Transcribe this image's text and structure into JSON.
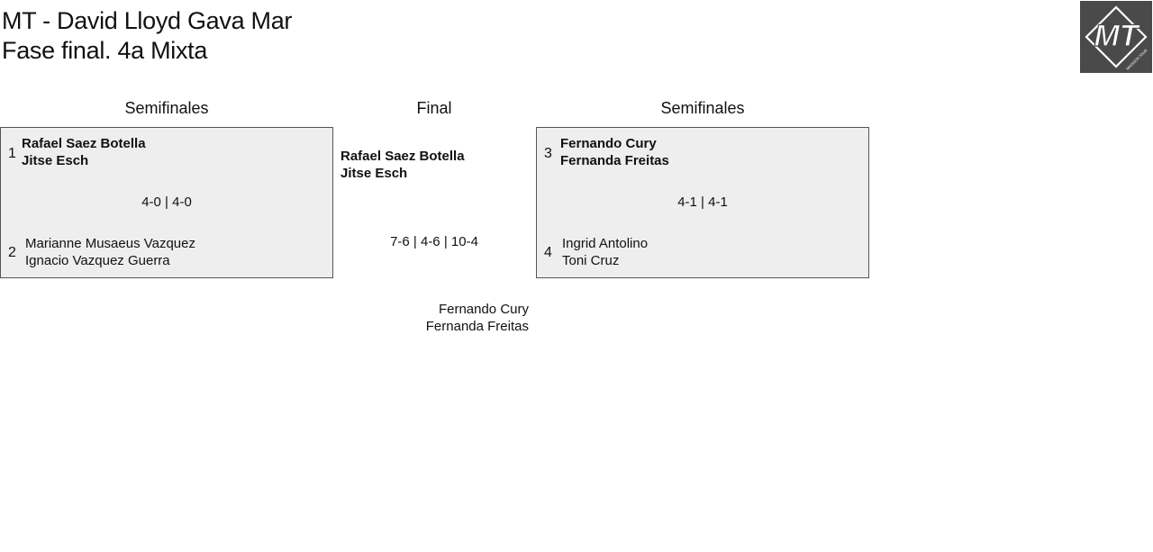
{
  "header": {
    "title_line1": "MT - David Lloyd Gava Mar",
    "title_line2": "Fase final. 4a Mixta"
  },
  "logo": {
    "text": "MT",
    "tagline": "MADISON TOUR",
    "background": "#4a4a4a"
  },
  "columns": {
    "left_heading": "Semifinales",
    "center_heading": "Final",
    "right_heading": "Semifinales"
  },
  "semifinal_left": {
    "top": {
      "seed": "1",
      "player1": "Rafael Saez Botella",
      "player2": "Jitse Esch",
      "winner": true
    },
    "score": "4-0 | 4-0",
    "bottom": {
      "seed": "2",
      "player1": "Marianne Musaeus Vazquez",
      "player2": "Ignacio Vazquez Guerra",
      "winner": false
    }
  },
  "semifinal_right": {
    "top": {
      "seed": "3",
      "player1": "Fernando Cury",
      "player2": "Fernanda Freitas",
      "winner": true
    },
    "score": "4-1 | 4-1",
    "bottom": {
      "seed": "4",
      "player1": "Ingrid Antolino",
      "player2": "Toni Cruz",
      "winner": false
    }
  },
  "final": {
    "top": {
      "player1": "Rafael Saez Botella",
      "player2": "Jitse Esch",
      "winner": true
    },
    "score": "7-6 | 4-6 | 10-4",
    "bottom": {
      "player1": "Fernando Cury",
      "player2": "Fernanda Freitas",
      "winner": false
    }
  },
  "colors": {
    "box_background": "#eeeeee",
    "box_border": "#555555",
    "text": "#111111"
  }
}
